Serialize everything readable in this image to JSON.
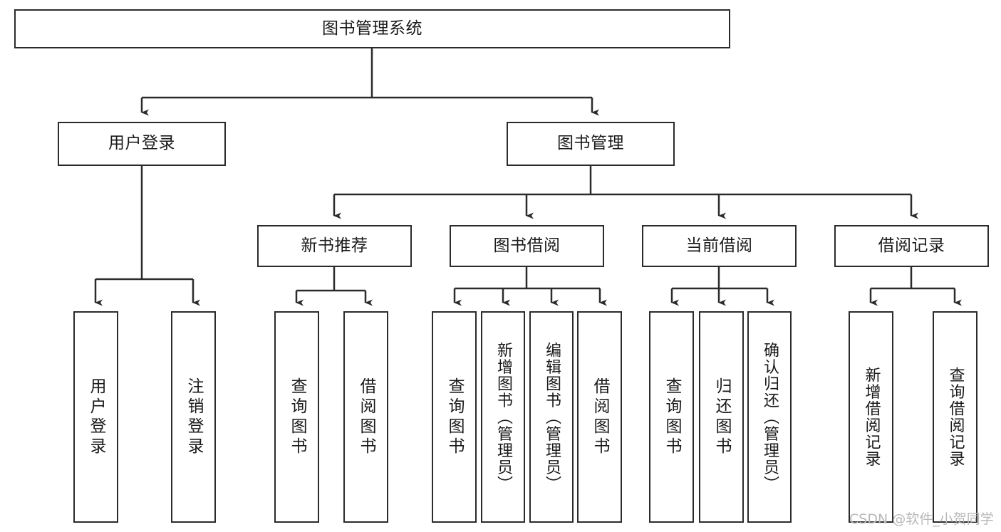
{
  "diagram": {
    "title": "图书管理系统",
    "type": "hierarchy-tree",
    "watermark": "CSDN @软件_小贺同学",
    "colors": {
      "stroke": "#2b2b2b",
      "fill": "#ffffff",
      "text": "#1a1a1a",
      "watermark": "#b8b8b8"
    },
    "nodes": {
      "root": "图书管理系统",
      "l2": {
        "user_login": "用户登录",
        "book_manage": "图书管理"
      },
      "l3": {
        "new_book_rec": "新书推荐",
        "book_borrow": "图书借阅",
        "current_borrow": "当前借阅",
        "borrow_record": "借阅记录"
      },
      "leaves": {
        "user_login_leaf": "用户登录",
        "logout_leaf": "注销登录",
        "query_book_1": "查询图书",
        "borrow_book_1": "借阅图书",
        "query_book_2": "查询图书",
        "add_book_admin": "新增图书（管理员）",
        "edit_book_admin": "编辑图书（管理员）",
        "borrow_book_2": "借阅图书",
        "query_book_3": "查询图书",
        "return_book": "归还图书",
        "confirm_return_admin": "确认归还（管理员）",
        "add_borrow_record": "新增借阅记录",
        "query_borrow_record": "查询借阅记录"
      }
    }
  }
}
